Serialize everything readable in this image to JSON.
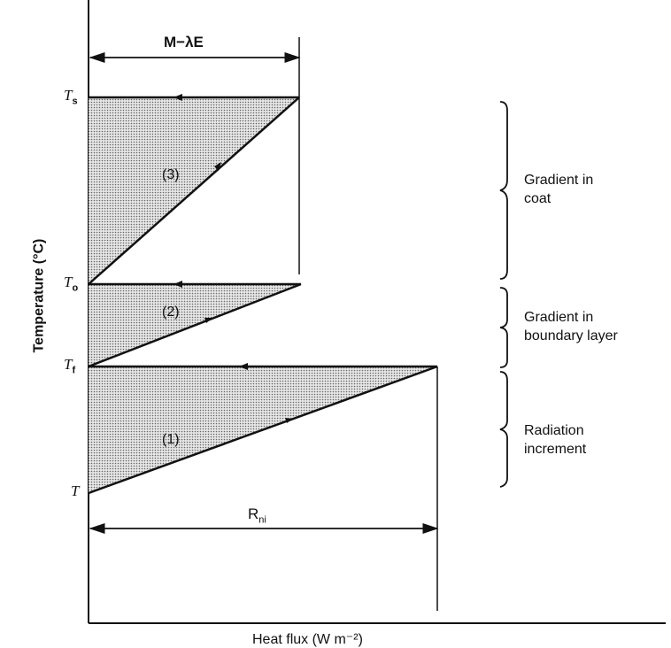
{
  "axes": {
    "ylabel": "Temperature (°C)",
    "xlabel": "Heat flux (W m⁻²)"
  },
  "levels": [
    {
      "symbol": "T",
      "sub": "s"
    },
    {
      "symbol": "T",
      "sub": "o"
    },
    {
      "symbol": "T",
      "sub": "f"
    },
    {
      "symbol": "T",
      "sub": ""
    }
  ],
  "spans": {
    "top": "M−λE",
    "bottom": "R",
    "bottom_sub": "ni"
  },
  "triangles": [
    "(3)",
    "(2)",
    "(1)"
  ],
  "braces": [
    {
      "line1": "Gradient in",
      "line2": "coat"
    },
    {
      "line1": "Gradient in",
      "line2": "boundary layer"
    },
    {
      "line1": "Radiation",
      "line2": "increment"
    }
  ]
}
